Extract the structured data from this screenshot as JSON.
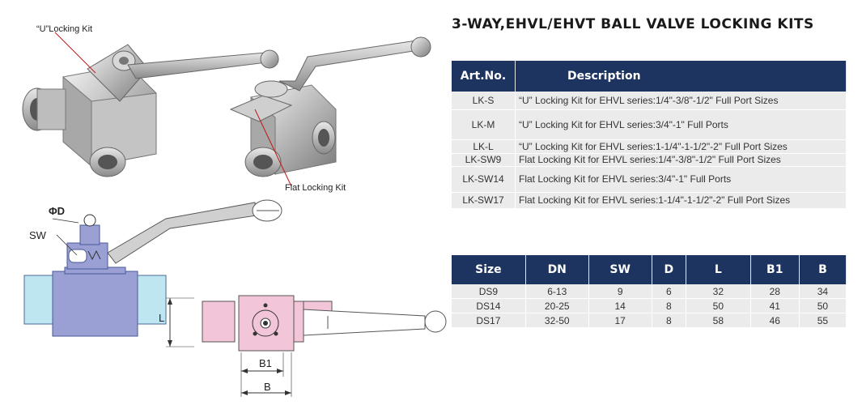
{
  "title": "3-WAY,EHVL/EHVT BALL VALVE LOCKING KITS",
  "labels": {
    "u_locking_kit": "“U”Locking Kit",
    "flat_locking_kit": "Flat Locking Kit",
    "phi_d": "ΦD",
    "sw": "SW",
    "l": "L",
    "b1": "B1",
    "b": "B"
  },
  "colors": {
    "header_bg": "#1d3461",
    "row_bg": "#ebebeb",
    "diagram_blue": "#9aa0d4",
    "diagram_cyan": "#bde6f0",
    "diagram_pink": "#f2c6d8"
  },
  "kits_table": {
    "headers": [
      "Art.No.",
      "Description"
    ],
    "rows": [
      [
        "LK-S",
        "“U” Locking Kit for EHVL series:1/4\"-3/8\"-1/2\" Full Port Sizes"
      ],
      [
        "LK-M",
        "“U” Locking Kit for EHVL series:3/4\"-1\" Full Ports"
      ],
      [
        "LK-L",
        "“U” Locking Kit for EHVL series:1-1/4\"-1-1/2\"-2\" Full Port Sizes"
      ],
      [
        "LK-SW9",
        "Flat Locking Kit for EHVL series:1/4\"-3/8\"-1/2\" Full Port Sizes"
      ],
      [
        "LK-SW14",
        "Flat Locking Kit for EHVL series:3/4\"-1\" Full Ports"
      ],
      [
        "LK-SW17",
        "Flat Locking Kit for EHVL series:1-1/4\"-1-1/2\"-2\" Full Port Sizes"
      ]
    ]
  },
  "size_table": {
    "headers": [
      "Size",
      "DN",
      "SW",
      "D",
      "L",
      "B1",
      "B"
    ],
    "rows": [
      [
        "DS9",
        "6-13",
        "9",
        "6",
        "32",
        "28",
        "34"
      ],
      [
        "DS14",
        "20-25",
        "14",
        "8",
        "50",
        "41",
        "50"
      ],
      [
        "DS17",
        "32-50",
        "17",
        "8",
        "58",
        "46",
        "55"
      ]
    ]
  }
}
